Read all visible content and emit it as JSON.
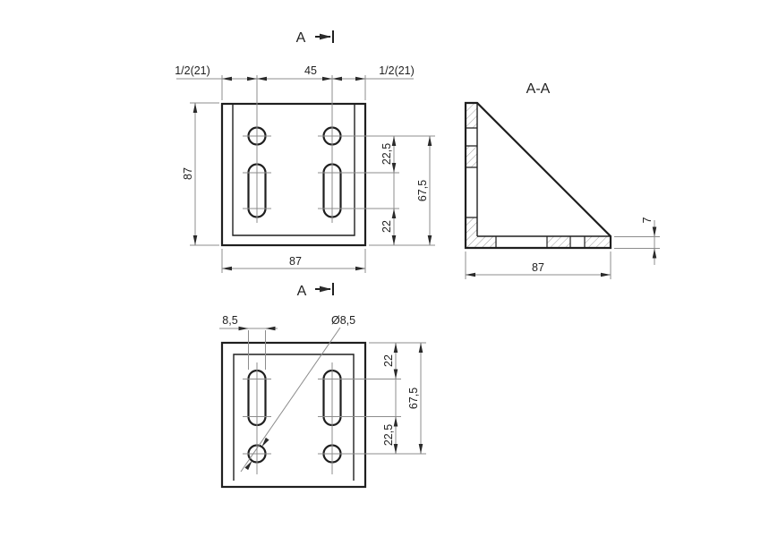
{
  "colors": {
    "outline": "#1f1f1f",
    "thin": "#8c8c8c",
    "hatch": "#9a9a9a",
    "text": "#1f1f1f",
    "background": "#ffffff"
  },
  "section_markers": {
    "top": "A",
    "bottom": "A"
  },
  "front_view": {
    "dim_top_left": "1/2(21)",
    "dim_top_center": "45",
    "dim_top_right": "1/2(21)",
    "dim_left_height": "87",
    "dim_bottom_width": "87",
    "dim_right_hole_offset": "22,5",
    "dim_right_span": "67,5",
    "dim_right_slot_offset": "22"
  },
  "section_view": {
    "title": "A-A",
    "dim_bottom_width": "87",
    "dim_thickness": "7"
  },
  "bottom_view": {
    "dim_slot_width": "8,5",
    "dim_hole_diameter": "Ø8,5",
    "dim_right_slot_offset": "22",
    "dim_right_span": "67,5",
    "dim_right_hole_offset": "22,5"
  }
}
